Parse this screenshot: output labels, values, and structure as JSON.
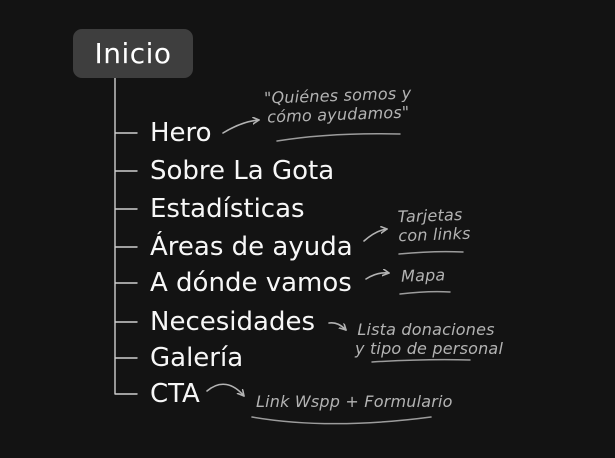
{
  "colors": {
    "bg": "#131313",
    "node-bg": "#3e3e3e",
    "node-text": "#ffffff",
    "item-text": "#f7f7f7",
    "tree-line": "#cfcfcf",
    "note-text": "#b3b3b3",
    "note-line": "#9c9c9c"
  },
  "root": {
    "label": "Inicio"
  },
  "items": [
    {
      "label": "Hero"
    },
    {
      "label": "Sobre La Gota"
    },
    {
      "label": "Estadísticas"
    },
    {
      "label": "Áreas de ayuda"
    },
    {
      "label": "A dónde vamos"
    },
    {
      "label": "Necesidades"
    },
    {
      "label": "Galería"
    },
    {
      "label": "CTA"
    }
  ],
  "annotations": {
    "hero": {
      "line1": "\"Quiénes somos y",
      "line2": "cómo ayudamos\""
    },
    "areas": {
      "line1": "Tarjetas",
      "line2": "con links"
    },
    "adonde": {
      "line1": "Mapa"
    },
    "necesidades": {
      "line1": "Lista donaciones",
      "line2": "y tipo de personal"
    },
    "cta": {
      "line1": "Link Wspp + Formulario"
    }
  }
}
